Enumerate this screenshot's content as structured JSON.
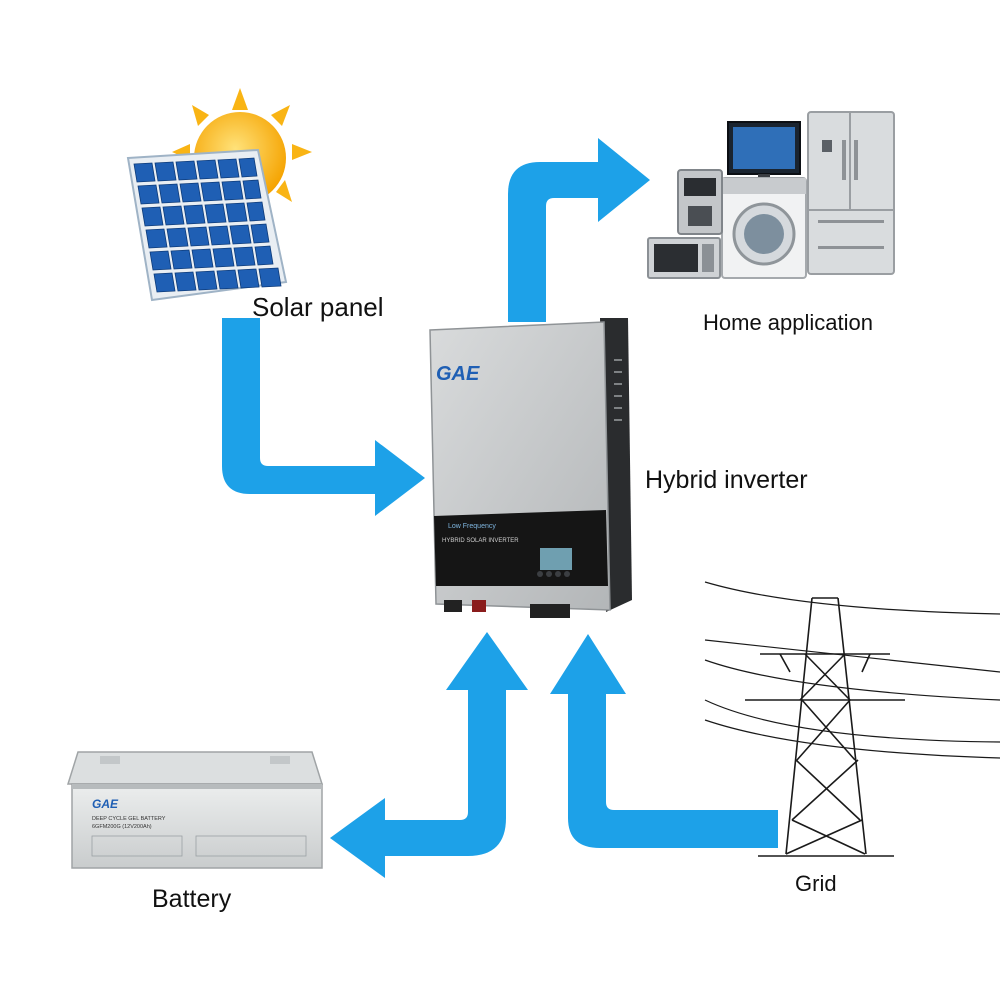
{
  "labels": {
    "solar_panel": "Solar panel",
    "home_application": "Home application",
    "hybrid_inverter": "Hybrid inverter",
    "grid": "Grid",
    "battery": "Battery"
  },
  "inverter": {
    "brand": "GAE",
    "panel_tag": "Low Frequency",
    "model_text": "HYBRID SOLAR INVERTER"
  },
  "battery": {
    "brand": "GAE",
    "line1": "DEEP CYCLE GEL BATTERY",
    "line2": "6GFM200G (12V200Ah)"
  },
  "colors": {
    "arrow": "#1da1e8",
    "sun": "#f9b414",
    "panel_cell": "#1f5fb4",
    "inverter_body": "#c9cbcd",
    "inverter_panel": "#151515"
  }
}
